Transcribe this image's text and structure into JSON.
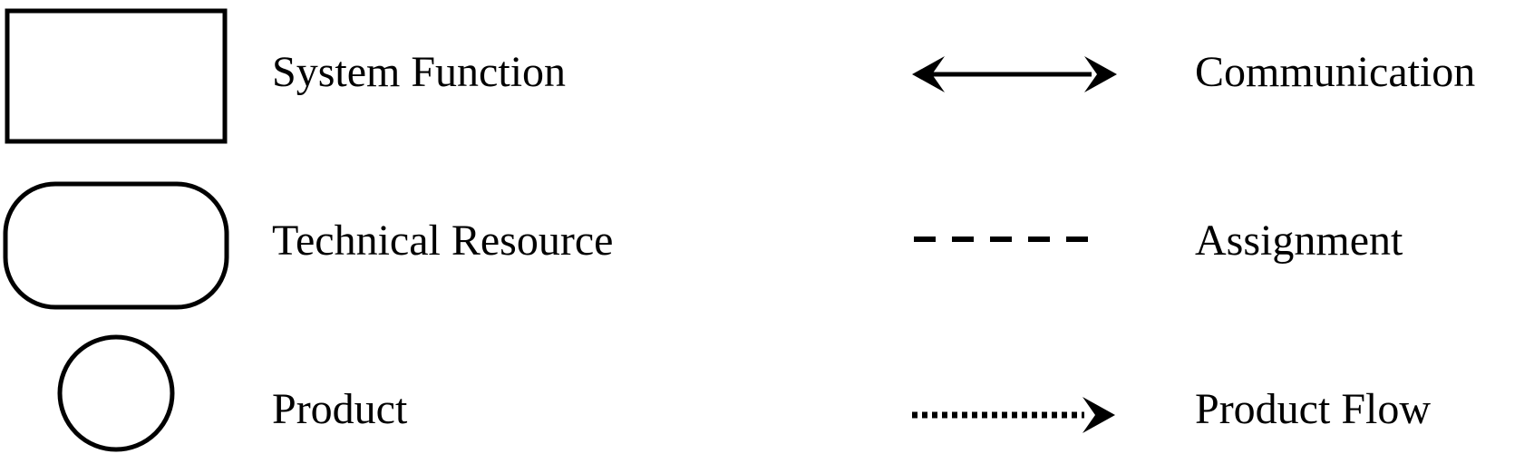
{
  "legend": {
    "items": [
      {
        "symbol": "rectangle",
        "label": "System Function"
      },
      {
        "symbol": "rounded-rectangle",
        "label": "Technical Resource"
      },
      {
        "symbol": "circle",
        "label": "Product"
      },
      {
        "symbol": "double-headed-arrow",
        "label": "Communication"
      },
      {
        "symbol": "dashed-line",
        "label": "Assignment"
      },
      {
        "symbol": "dotted-arrow",
        "label": "Product Flow"
      }
    ],
    "stroke_color": "#000000",
    "background_color": "#ffffff"
  }
}
